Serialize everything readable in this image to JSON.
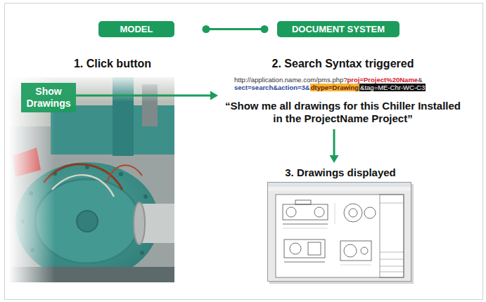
{
  "diagram": {
    "nodes": [
      {
        "text": [
          "MODEL"
        ]
      },
      {
        "text": [
          "DOCUMENT SYSTEM"
        ]
      },
      {
        "text": [
          "1. Click button"
        ]
      },
      {
        "text": [
          "Show Drawings"
        ],
        "in": 2
      },
      {
        "text": [
          "2. Search Syntax triggered",
          "http://application.name.com/pms.php?",
          "proj=Project%20Name",
          "&",
          "sect=search&action=3&",
          "dtype=Drawing",
          "&tag=ME-Chr-WC-C3",
          "“Show me all drawings for this Chiller Installed in the ProjectName Project”"
        ]
      },
      {
        "text": [
          "3. Drawings displayed"
        ]
      }
    ],
    "edges": [
      {
        "from": 0,
        "to": 1,
        "arrow": "none"
      },
      {
        "from": 3,
        "to": 4,
        "arrow": "to"
      },
      {
        "from": 4,
        "to": 5,
        "arrow": "to"
      }
    ]
  }
}
